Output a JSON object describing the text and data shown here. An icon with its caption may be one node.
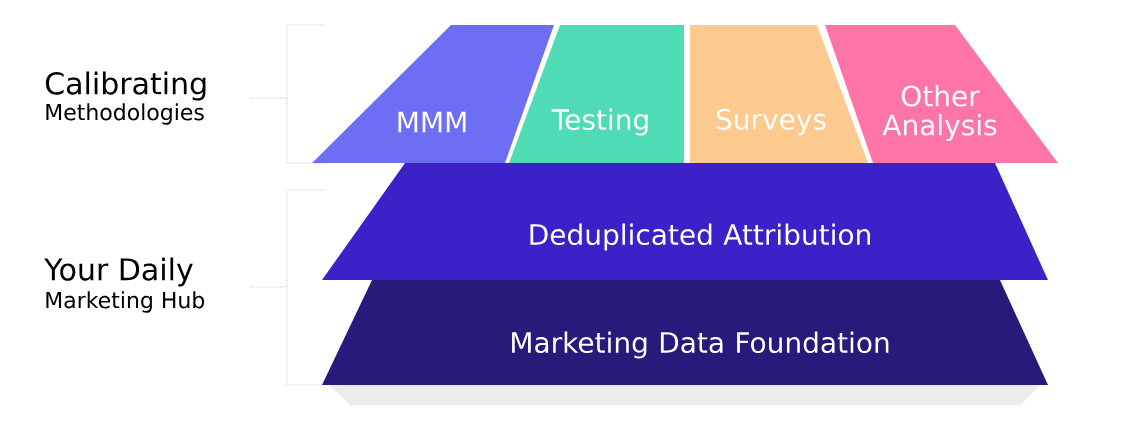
{
  "diagram": {
    "nodes": [
      {
        "text": [
          "MMM"
        ]
      },
      {
        "text": [
          "Testing"
        ]
      },
      {
        "text": [
          "Surveys"
        ]
      },
      {
        "text": [
          "Other Analysis"
        ]
      },
      {
        "text": [
          "Deduplicated Attribution"
        ]
      },
      {
        "text": [
          "Marketing Data Foundation"
        ]
      }
    ],
    "labels": [
      "Calibrating",
      "Methodologies",
      "Your Daily",
      "Marketing Hub"
    ]
  }
}
